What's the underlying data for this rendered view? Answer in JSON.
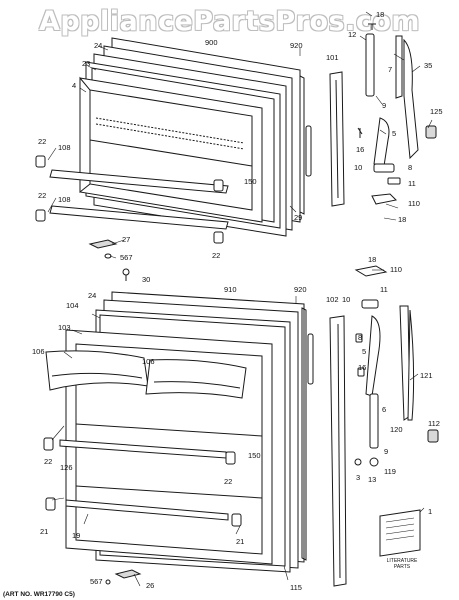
{
  "watermark": "AppliancePartsPros.com",
  "art_number": "(ART NO. WR17790 C5)",
  "literature_label_line1": "LITERATURE",
  "literature_label_line2": "PARTS",
  "callouts": {
    "c18a": "18",
    "c12": "12",
    "c24a": "24",
    "c900": "900",
    "c920a": "920",
    "c101": "101",
    "c7": "7",
    "c35": "35",
    "c23": "23",
    "c9a": "9",
    "c4": "4",
    "c5a": "5",
    "c125": "125",
    "c16a": "16",
    "c22a": "22",
    "c108a": "108",
    "c8a": "8",
    "c10a": "10",
    "c150a": "150",
    "c11a": "11",
    "c22b": "22",
    "c108b": "108",
    "c110a": "110",
    "c29": "29",
    "c18b": "18",
    "c27": "27",
    "c22c": "22",
    "c567a": "567",
    "c18c": "18",
    "c30": "30",
    "c110b": "110",
    "c24b": "24",
    "c910": "910",
    "c920b": "920",
    "c11b": "11",
    "c104": "104",
    "c102": "102",
    "c10b": "10",
    "c103": "103",
    "c8b": "8",
    "c5b": "5",
    "c106a": "106",
    "c106b": "106",
    "c16b": "16",
    "c121": "121",
    "c6": "6",
    "c120": "120",
    "c112": "112",
    "c22d": "22",
    "c126": "126",
    "c150b": "150",
    "c9b": "9",
    "c22e": "22",
    "c3": "3",
    "c13": "13",
    "c119": "119",
    "c21a": "21",
    "c1": "1",
    "c19": "19",
    "c21b": "21",
    "c115": "115",
    "c26": "26",
    "c567b": "567"
  },
  "colors": {
    "line": "#1a1a1a",
    "fill": "#ffffff",
    "shade": "#d9d9d9",
    "watermark_outline": "#bdbdbd"
  }
}
